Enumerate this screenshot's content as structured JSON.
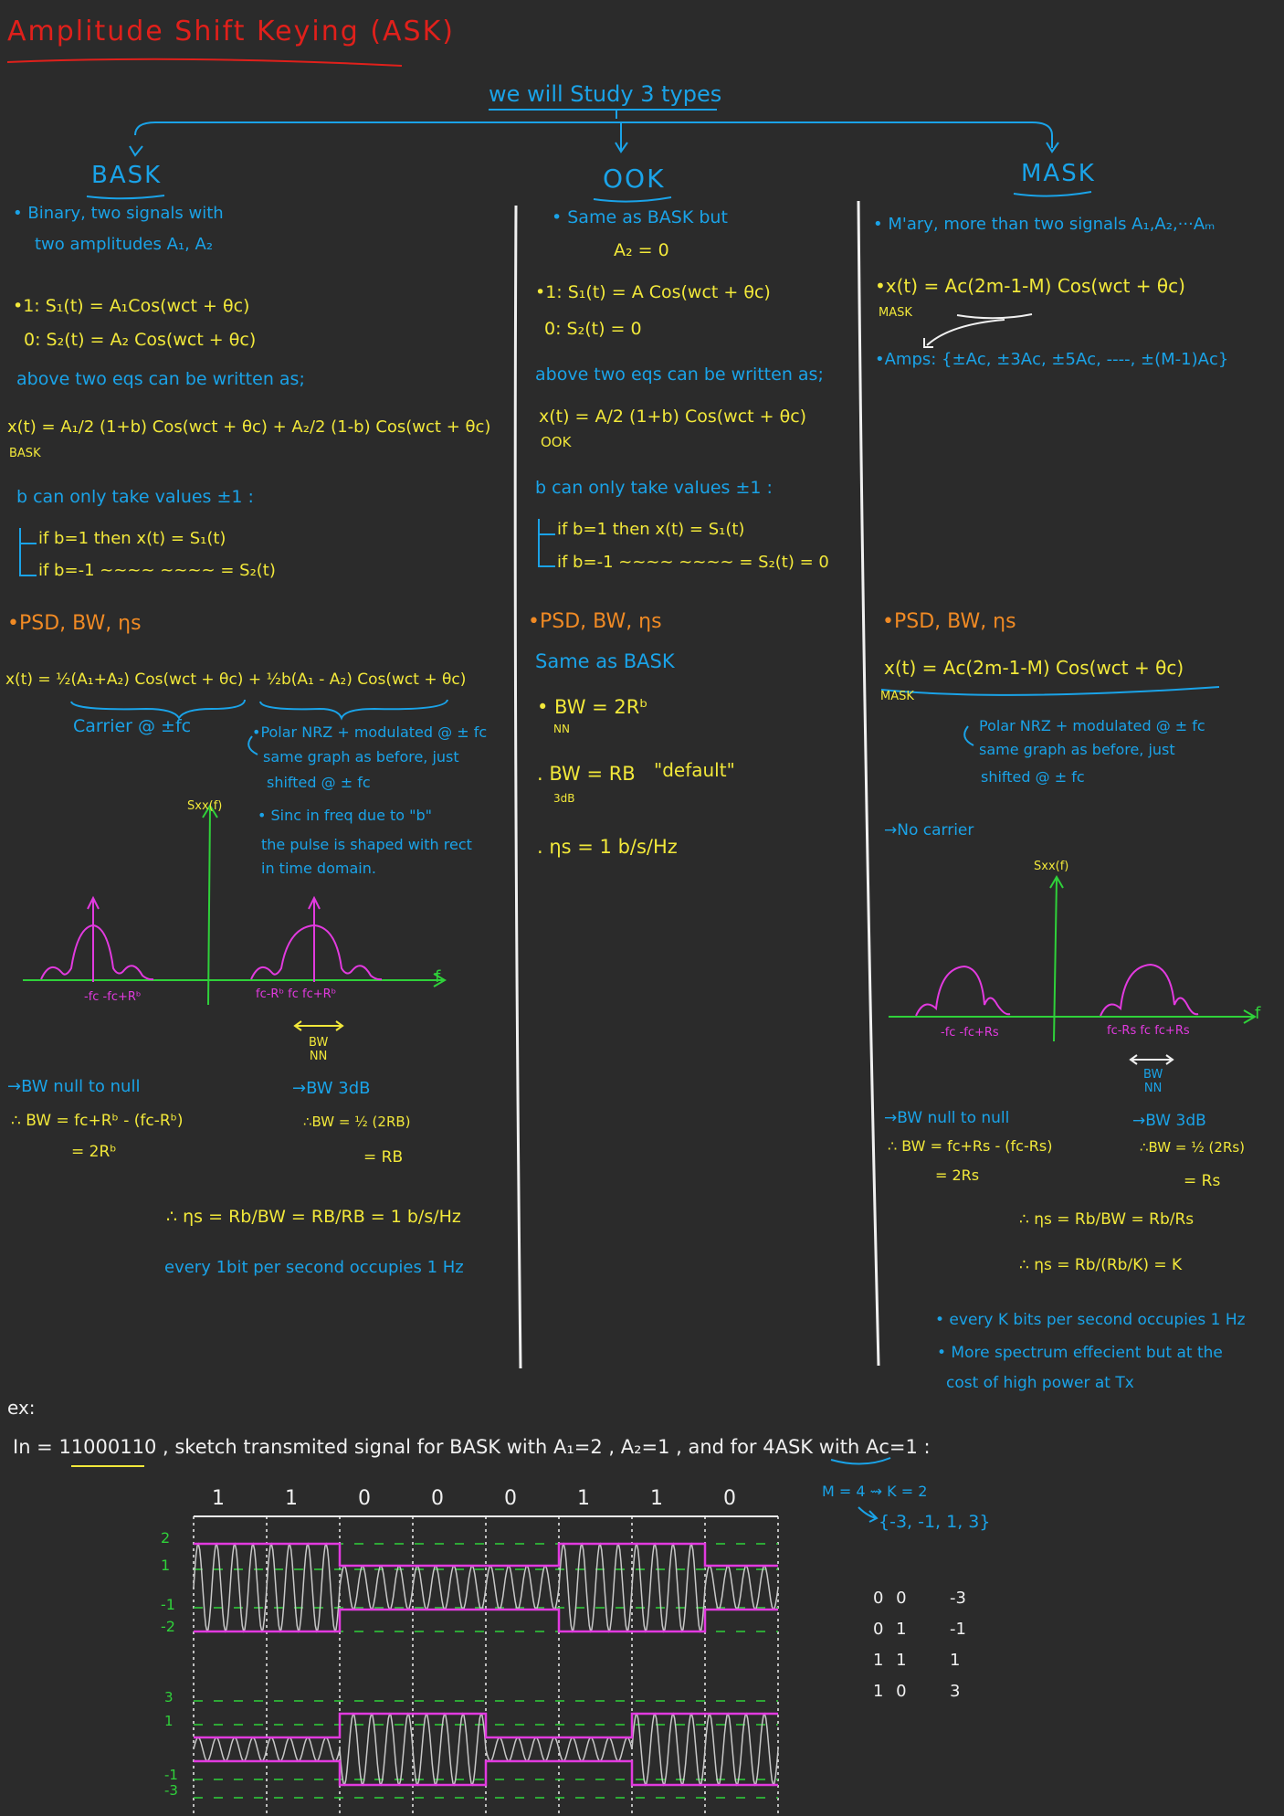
{
  "title": "Amplitude Shift Keying (ASK)",
  "intro": "we will Study 3 types",
  "bask": {
    "heading": "BASK",
    "desc1": "• Binary, two signals with",
    "desc2": "two amplitudes A₁, A₂",
    "eq1": "•1: S₁(t) = A₁Cos(wᴄt + θᴄ)",
    "eq0": "0: S₂(t) = A₂ Cos(wᴄt + θᴄ)",
    "note": "above two eqs can be written as;",
    "xt": "x(t) = A₁/2 (1+b) Cos(wᴄt + θᴄ) + A₂/2 (1-b) Cos(wᴄt + θᴄ)",
    "xt_sub": "BASK",
    "b_values": "b can only take values ±1 :",
    "if1": "if b=1 then x(t) = S₁(t)",
    "if2": "if b=-1 ~~~~ ~~~~ = S₂(t)",
    "psd": "•PSD, BW, ηs",
    "psd_eq": "x(t) = ½(A₁+A₂) Cos(wᴄt + θᴄ) + ½b(A₁ - A₂) Cos(wᴄt + θᴄ)",
    "carrier": "Carrier @ ±fᴄ",
    "polar1": "•Polar NRZ + modulated @ ± fᴄ",
    "polar2": "same graph as before, just",
    "polar3": "shifted @ ± fᴄ",
    "sinc1": "• Sinc in freq due to \"b\"",
    "sinc2": "the pulse is shaped with rect",
    "sinc3": "in time domain.",
    "sxx": "Sxx(f)",
    "axis_f": "f",
    "tick_left": "-fᴄ -fᴄ+Rᵇ",
    "tick_right": "fᴄ-Rᵇ fᴄ fᴄ+Rᵇ",
    "bw_nn": "BW\nNN",
    "bw_null": "→BW null to null",
    "bw_null_eq1": "∴ BW = fᴄ+Rᵇ - (fᴄ-Rᵇ)",
    "bw_null_eq2": "= 2Rᵇ",
    "bw3": "→BW 3dB",
    "bw3_eq1": "∴BW = ½ (2RB)",
    "bw3_eq2": "= RB",
    "eta": "∴ ηs = Rb/BW = RB/RB = 1 b/s/Hz",
    "every": "every 1bit per second occupies 1 Hz"
  },
  "ook": {
    "heading": "OOK",
    "desc1": "• Same as BASK but",
    "desc2": "A₂ = 0",
    "eq1": "•1: S₁(t) = A Cos(wᴄt + θᴄ)",
    "eq0": "0: S₂(t) = 0",
    "note": "above two eqs can be written as;",
    "xt": "x(t) = A/2 (1+b) Cos(wᴄt + θᴄ)",
    "xt_sub": "OOK",
    "b_values": "b can only take values ±1 :",
    "if1": "if b=1 then x(t) = S₁(t)",
    "if2": "if b=-1 ~~~~ ~~~~ = S₂(t) = 0",
    "psd": "•PSD, BW, ηs",
    "same": "Same as BASK",
    "bw1": "• BW = 2Rᵇ",
    "bw1_sub": "NN",
    "bw2": ". BW = RB",
    "bw2_sub": "3dB",
    "bw2_note": "\"default\"",
    "eta": ". ηs = 1 b/s/Hz"
  },
  "mask": {
    "heading": "MASK",
    "desc": "• M'ary, more than two signals A₁,A₂,···Aₘ",
    "xt": "•x(t) = Aᴄ(2m-1-M) Cos(wᴄt + θᴄ)",
    "xt_sub": "MASK",
    "amps": "•Amps: {±Aᴄ, ±3Aᴄ, ±5Aᴄ, ----, ±(M-1)Aᴄ}",
    "psd": "•PSD, BW, ηs",
    "psd_eq": "x(t) = Aᴄ(2m-1-M) Cos(wᴄt + θᴄ)",
    "psd_sub": "MASK",
    "polar1": "Polar NRZ + modulated @ ± fᴄ",
    "polar2": "same graph as before, just",
    "polar3": "shifted @ ± fᴄ",
    "no_carrier": "→No carrier",
    "sxx": "Sxx(f)",
    "axis_f": "f",
    "tick_left": "-fᴄ -fᴄ+Rs",
    "tick_right": "fᴄ-Rs fᴄ fᴄ+Rs",
    "bw_nn": "BW\nNN",
    "bw_null": "→BW null to null",
    "bw_null_eq1": "∴ BW = fᴄ+Rs - (fᴄ-Rs)",
    "bw_null_eq2": "= 2Rs",
    "bw3": "→BW 3dB",
    "bw3_eq1": "∴BW = ½ (2Rs)",
    "bw3_eq2": "= Rs",
    "eta1": "∴ ηs = Rb/BW = Rb/Rs",
    "eta2": "∴ ηs = Rb/(Rb/K) = K",
    "every1": "• every K bits per second occupies 1 Hz",
    "every2": "• More spectrum effecient but at the",
    "every3": "cost of high power at Tx"
  },
  "example": {
    "label": "ex:",
    "statement": "In = 11000110 , sketch transmited signal for BASK with A₁=2 , A₂=1 ,  and for 4ASK with Aᴄ=1 :",
    "bits": [
      "1",
      "1",
      "0",
      "0",
      "0",
      "1",
      "1",
      "0"
    ],
    "bask_levels": [
      "2",
      "1",
      "-1",
      "-2"
    ],
    "ask4_levels": [
      "3",
      "1",
      "-1",
      "-3"
    ],
    "m_note": "M = 4 ⇝ K = 2",
    "set": "{-3, -1, 1, 3}",
    "table": [
      [
        "0 0",
        "-3"
      ],
      [
        "0 1",
        "-1"
      ],
      [
        "1 1",
        "1"
      ],
      [
        "1 0",
        "3"
      ]
    ]
  },
  "colors": {
    "background": "#2b2b2b",
    "title": "#e0201b",
    "text": "#1aa3e8",
    "equation": "#f2e83a",
    "psd_heading": "#f08a24",
    "axis": "#2fd13a",
    "spectrum": "#e23adf",
    "white": "#f0f0f0"
  }
}
